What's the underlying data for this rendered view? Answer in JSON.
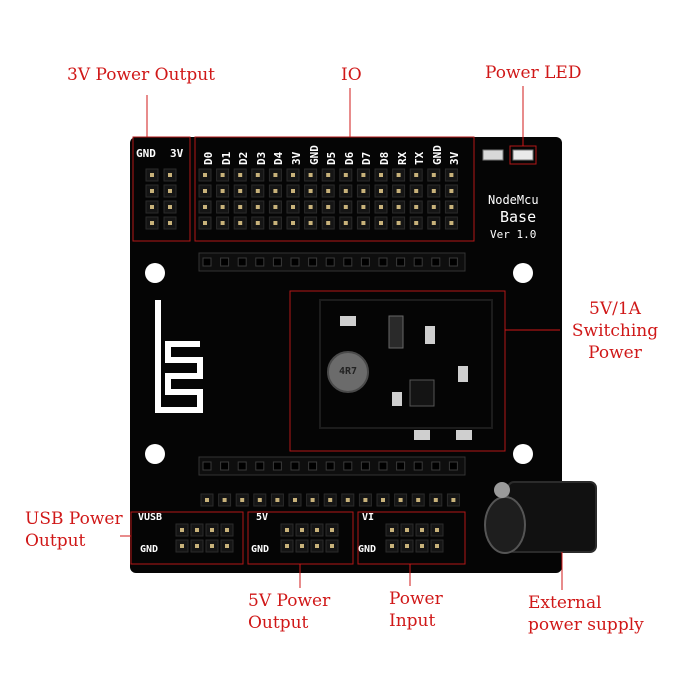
{
  "callouts": {
    "power_3v": "3V Power Output",
    "io": "IO",
    "power_led": "Power LED",
    "switching_line1": "5V/1A",
    "switching_line2": "Switching",
    "switching_line3": "Power",
    "usb_line1": "USB Power",
    "usb_line2": "Output",
    "five_v_line1": "5V Power",
    "five_v_line2": "Output",
    "power_input_line1": "Power",
    "power_input_line2": "Input",
    "external_line1": "External",
    "external_line2": "power supply"
  },
  "board": {
    "brand": "NodeMcu",
    "base": "Base",
    "version": "Ver 1.0",
    "left_header_labels": [
      "GND",
      "3V"
    ],
    "pin_labels": [
      "D0",
      "D1",
      "D2",
      "D3",
      "D4",
      "3V",
      "GND",
      "D5",
      "D6",
      "D7",
      "D8",
      "RX",
      "TX",
      "GND",
      "3V"
    ],
    "vusb_label": "VUSB",
    "v5_label": "5V",
    "vi_label": "VI",
    "gnd_label": "GND",
    "inductor_marking": "4R7"
  },
  "colors": {
    "callout_red": "#d01818",
    "board_black": "#050505",
    "silkscreen_white": "#ffffff",
    "pin_gold": "#c8b27a"
  }
}
